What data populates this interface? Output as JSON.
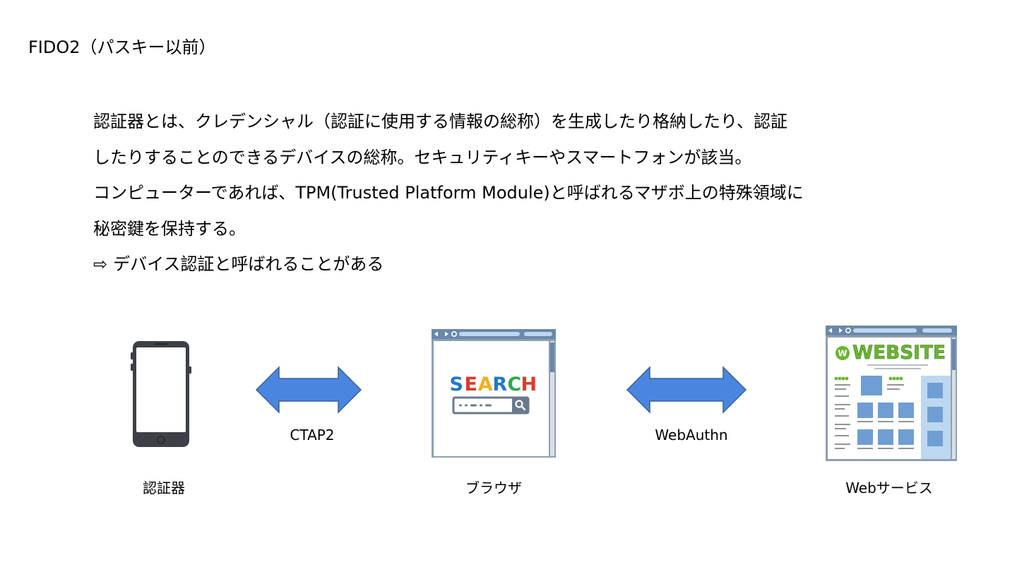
{
  "title": "FIDO2（パスキー以前）",
  "body": {
    "lines": [
      "認証器とは、クレデンシャル（認証に使用する情報の総称）を生成したり格納したり、認証",
      "したりすることのできるデバイスの総称。セキュリティキーやスマートフォンが該当。",
      "コンピューターであれば、TPM(Trusted Platform Module)と呼ばれるマザボ上の特殊領域に",
      "秘密鍵を保持する。"
    ],
    "note_arrow": "⇨",
    "note_text": "デバイス認証と呼ばれることがある"
  },
  "diagram": {
    "nodes": {
      "authenticator": {
        "label": "認証器",
        "icon": "smartphone-icon"
      },
      "browser": {
        "label": "ブラウザ",
        "icon": "browser-search-icon",
        "search_word": "SEARCH"
      },
      "web_service": {
        "label": "Webサービス",
        "icon": "website-icon",
        "site_word": "WEBSITE",
        "logo_letter": "W"
      }
    },
    "edges": {
      "ctap2": {
        "label": "CTAP2",
        "icon": "double-arrow-icon"
      },
      "webauthn": {
        "label": "WebAuthn",
        "icon": "double-arrow-icon"
      }
    },
    "colors": {
      "arrow_fill": "#4a86e0",
      "arrow_stroke": "#3a5f8c",
      "phone_body": "#3d4047",
      "browser_frame": "#8f9fb1",
      "browser_bar": "#6a88aa",
      "search_letters": [
        "#1f77c9",
        "#e03a2a",
        "#f2b01e",
        "#1f77c9",
        "#2eaa4a",
        "#e03a2a"
      ],
      "website_green": "#6ab531",
      "website_tile": "#6f9ed4",
      "website_sidebar": "#bcd7ef"
    }
  }
}
